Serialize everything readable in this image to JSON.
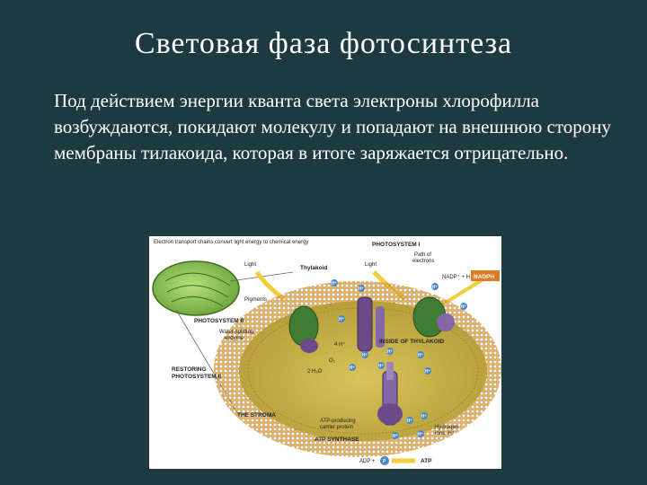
{
  "slide": {
    "title": "Световая фаза фотосинтеза",
    "body": "Под действием энергии кванта света электроны хлорофилла возбуждаются, покидают молекулу и попадают на внешнюю сторону мембраны тилакоида, которая в итоге заряжается отрицательно."
  },
  "figure": {
    "caption": "Electron transport chains convert light energy to chemical energy",
    "labels": {
      "photosystem1": "PHOTOSYSTEM I",
      "path_of_electrons_1": "Path of",
      "path_of_electrons_2": "electrons",
      "light_top": "Light",
      "light_left": "Light",
      "thylakoid": "Thylakoid",
      "pigments": "Pigments",
      "photosystem2": "PHOTOSYSTEM II",
      "water_splitting_1": "Water-splitting",
      "water_splitting_2": "enzyme",
      "restoring_1": "RESTORING",
      "restoring_2": "PHOTOSYSTEM II",
      "inside_thylakoid": "INSIDE OF THYLAKOID",
      "stroma": "THE STROMA",
      "atp_carrier_1": "ATP-producing",
      "atp_carrier_2": "carrier protein",
      "atp_synthase": "ATP SYNTHASE",
      "hydrogen_1": "Hydrogen",
      "hydrogen_2": "ions, H⁺",
      "nadp": "NADP⁺ + H⁺",
      "nadph": "NADPH",
      "adp": "ADP +",
      "p": "P",
      "atp": "ATP",
      "h2o": "2 H₂O",
      "o2": "O₂",
      "h_plus": "H⁺",
      "four_h": "4 H⁺"
    },
    "colors": {
      "membrane": "#d59a3c",
      "lumen": "#c8b044",
      "protein_purple": "#6b4a8a",
      "protein_green": "#3f7d35",
      "ion_blue": "#4a88c7",
      "nadph_box": "#e07b24"
    }
  }
}
